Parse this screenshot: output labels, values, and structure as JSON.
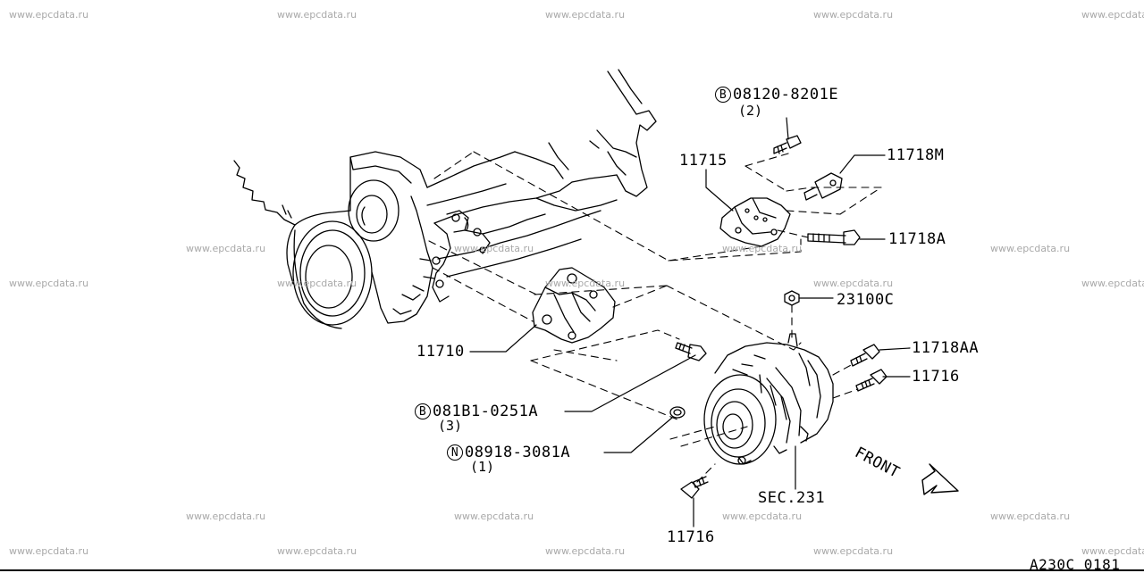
{
  "watermark": "www.epcdata.ru",
  "callouts": {
    "bolt_top": {
      "prefix": "B",
      "number": "08120-8201E",
      "qty": "(2)"
    },
    "bracket_upper": {
      "number": "11715"
    },
    "bolt_11718m": {
      "number": "11718M"
    },
    "bolt_11718a": {
      "number": "11718A"
    },
    "nut_23100c": {
      "number": "23100C"
    },
    "bracket_lower": {
      "number": "11710"
    },
    "bolt_11718aa": {
      "number": "11718AA"
    },
    "bolt_11716_right": {
      "number": "11716"
    },
    "bolt_middle": {
      "prefix": "B",
      "number": "081B1-0251A",
      "qty": "(3)"
    },
    "washer": {
      "prefix": "N",
      "number": "08918-3081A",
      "qty": "(1)"
    },
    "section_ref": {
      "number": "SEC.231"
    },
    "bolt_11716_bottom": {
      "number": "11716"
    },
    "front_label": "FRONT"
  },
  "diagram_code": "A230C 0181"
}
